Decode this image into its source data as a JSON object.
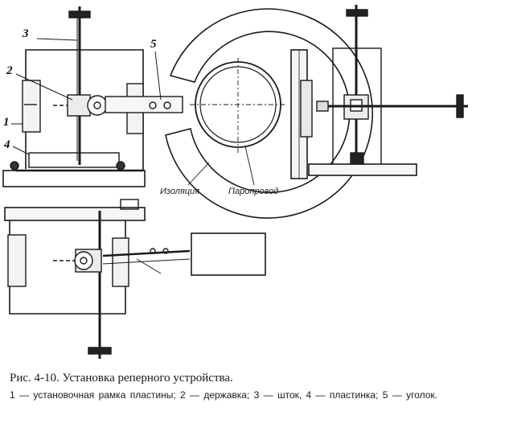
{
  "callouts": {
    "c1": "1",
    "c2": "2",
    "c3": "3",
    "c4": "4",
    "c5": "5"
  },
  "labels": {
    "insulation": "Изоляция",
    "pipeline": "Паропровод"
  },
  "caption": {
    "title": "Рис. 4-10. Установка реперного устройства.",
    "text": "1 — установочная рамка пластины; 2 — державка; 3 — шток, 4 — пластинка; 5 — уголок."
  }
}
